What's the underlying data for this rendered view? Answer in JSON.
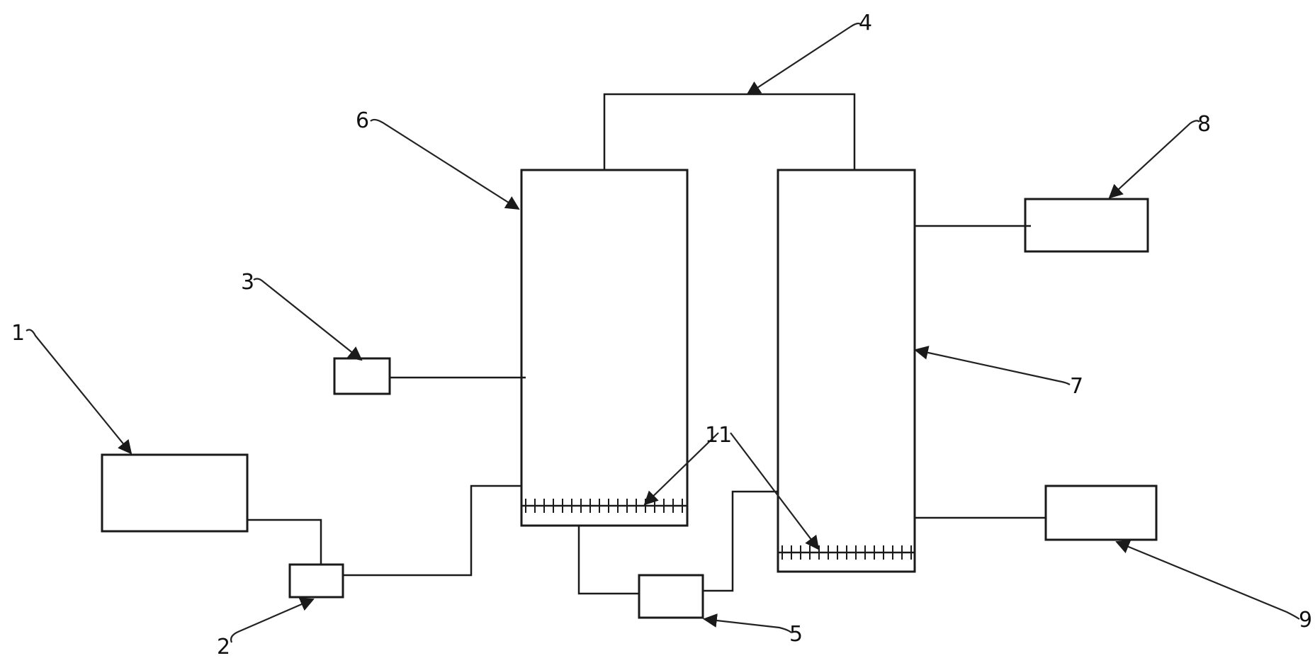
{
  "labels": {
    "l1": "1",
    "l2": "2",
    "l3": "3",
    "l4": "4",
    "l5": "5",
    "l6": "6",
    "l7": "7",
    "l8": "8",
    "l9": "9",
    "l11": "11"
  },
  "colors": {
    "line": "#1a1a1a",
    "background": "#ffffff"
  }
}
